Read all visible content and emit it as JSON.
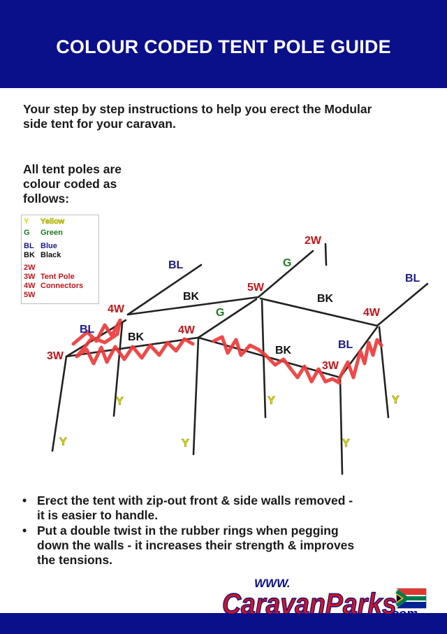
{
  "header": {
    "title": "COLOUR CODED TENT POLE GUIDE"
  },
  "intro": {
    "line1": "Your step by step instructions to help you erect the Modular",
    "line2": "side tent for your caravan."
  },
  "colour_coded": {
    "line1": "All tent poles are",
    "line2": "colour coded as",
    "line3": "follows:"
  },
  "legend": [
    {
      "code": "Y",
      "label": "Yellow",
      "color": "#e8e800"
    },
    {
      "code": "G",
      "label": "Green",
      "color": "#1e7a1e"
    },
    {
      "code": "BL",
      "label": "Blue",
      "color": "#1b1b8a"
    },
    {
      "code": "BK",
      "label": "Black",
      "color": "#111111"
    },
    {
      "code": "2W",
      "label": "",
      "color": "#c0141a"
    },
    {
      "code": "3W",
      "label": "Tent Pole",
      "color": "#c0141a"
    },
    {
      "code": "4W",
      "label": "Connectors",
      "color": "#c0141a"
    },
    {
      "code": "5W",
      "label": "",
      "color": "#c0141a"
    }
  ],
  "diagram_labels": {
    "bl_top_left": "BL",
    "g_top": "G",
    "two_w": "2W",
    "bl_right": "BL",
    "five_w": "5W",
    "bk_upper_left": "BK",
    "bk_upper_right": "BK",
    "four_w_left": "4W",
    "four_w_right": "4W",
    "g_mid": "G",
    "bl_left": "BL",
    "bk_left": "BK",
    "four_w_mid": "4W",
    "bk_mid": "BK",
    "bl_mid_right": "BL",
    "three_w_left": "3W",
    "three_w_right": "3W",
    "y1": "Y",
    "y2": "Y",
    "y3": "Y",
    "y4": "Y",
    "y5": "Y",
    "y6": "Y"
  },
  "bullets": [
    {
      "line1": "Erect the tent with zip-out front & side walls removed -",
      "line2": "it is easier to handle."
    },
    {
      "line1": "Put a double twist in the rubber rings when pegging",
      "line2": "down the walls - it increases their strength & improves",
      "line3": "the tensions."
    }
  ],
  "logo": {
    "www": "WWW.",
    "name": "CaravanParks",
    "suffix": ".com"
  },
  "colors": {
    "header_blue": "#0a0f8a",
    "connector_red": "#c0141a",
    "scribble_red": "#ee3a3a",
    "yellow": "#e8e800",
    "green": "#1e7a1e",
    "blue": "#1b1b8a"
  }
}
